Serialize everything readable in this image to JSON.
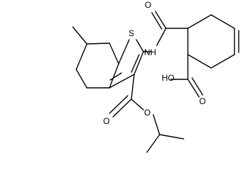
{
  "labels": {
    "sulfur": "S",
    "nh": "NH",
    "oh": "HO",
    "o_amide": "O",
    "o_acid": "O",
    "o_ester_carbonyl": "O",
    "o_ester": "O"
  }
}
